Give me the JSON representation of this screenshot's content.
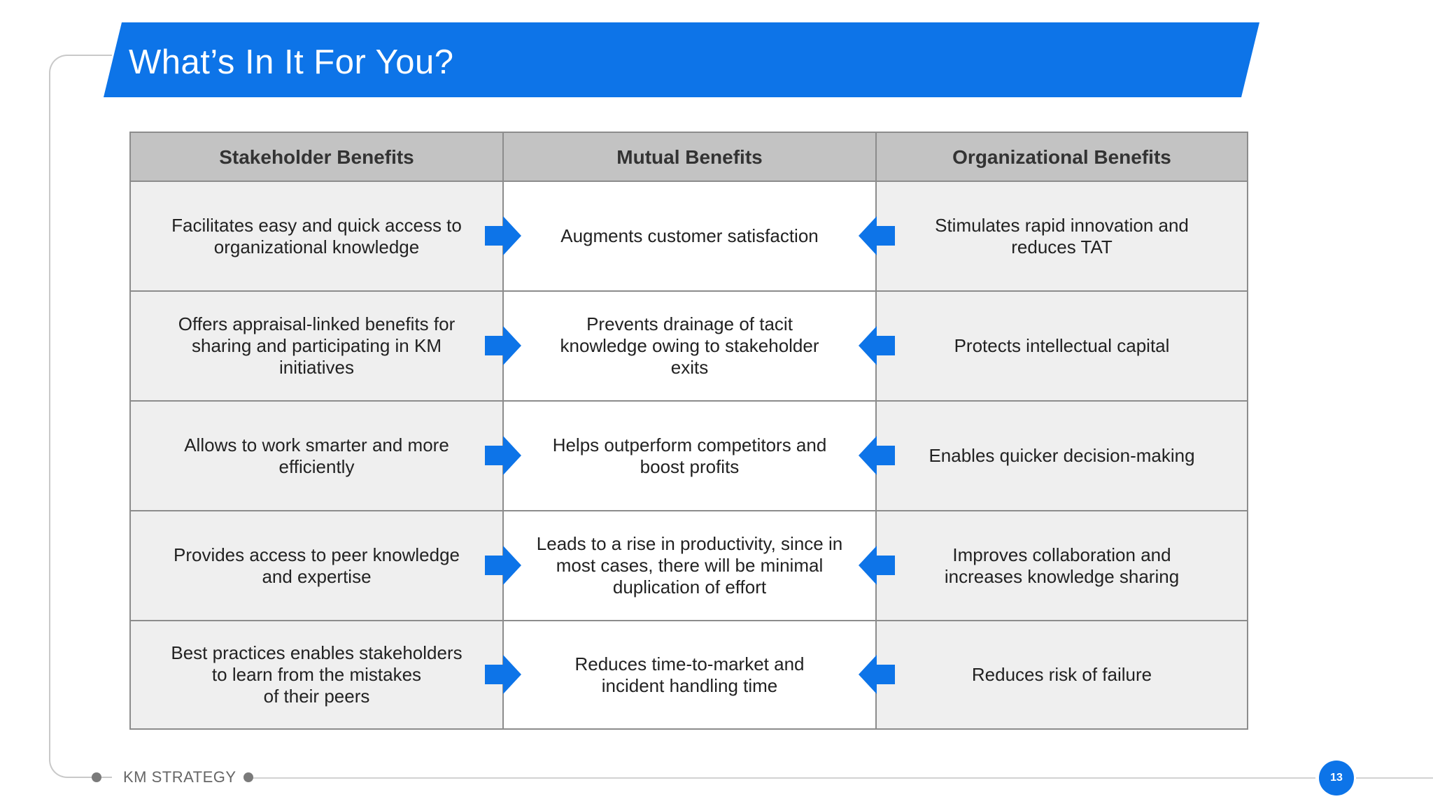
{
  "slide": {
    "title": "What’s In It For You?",
    "footer_label": "KM STRATEGY",
    "page_number": "13",
    "accent_color": "#0d74e8"
  },
  "table": {
    "headers": [
      "Stakeholder Benefits",
      "Mutual Benefits",
      "Organizational Benefits"
    ],
    "rows": [
      {
        "stakeholder": "Facilitates easy and quick access to\norganizational knowledge",
        "mutual": "Augments customer satisfaction",
        "organizational": "Stimulates rapid innovation and\nreduces TAT"
      },
      {
        "stakeholder": "Offers appraisal-linked benefits for\nsharing and participating in KM\ninitiatives",
        "mutual": "Prevents drainage of tacit\nknowledge owing to stakeholder\nexits",
        "organizational": "Protects intellectual capital"
      },
      {
        "stakeholder": "Allows to work smarter and more\nefficiently",
        "mutual": "Helps outperform competitors and\nboost profits",
        "organizational": "Enables quicker decision-making"
      },
      {
        "stakeholder": "Provides access to peer knowledge\nand expertise",
        "mutual": "Leads to a rise in productivity, since in\nmost cases, there will be minimal\nduplication of effort",
        "organizational": "Improves collaboration and\nincreases knowledge sharing"
      },
      {
        "stakeholder": "Best practices enables stakeholders\nto learn from the mistakes\nof their peers",
        "mutual": "Reduces time-to-market and\nincident handling time",
        "organizational": "Reduces risk of failure"
      }
    ]
  },
  "icons": {
    "right_arrow": "arrow-right-icon",
    "left_arrow": "arrow-left-icon"
  }
}
